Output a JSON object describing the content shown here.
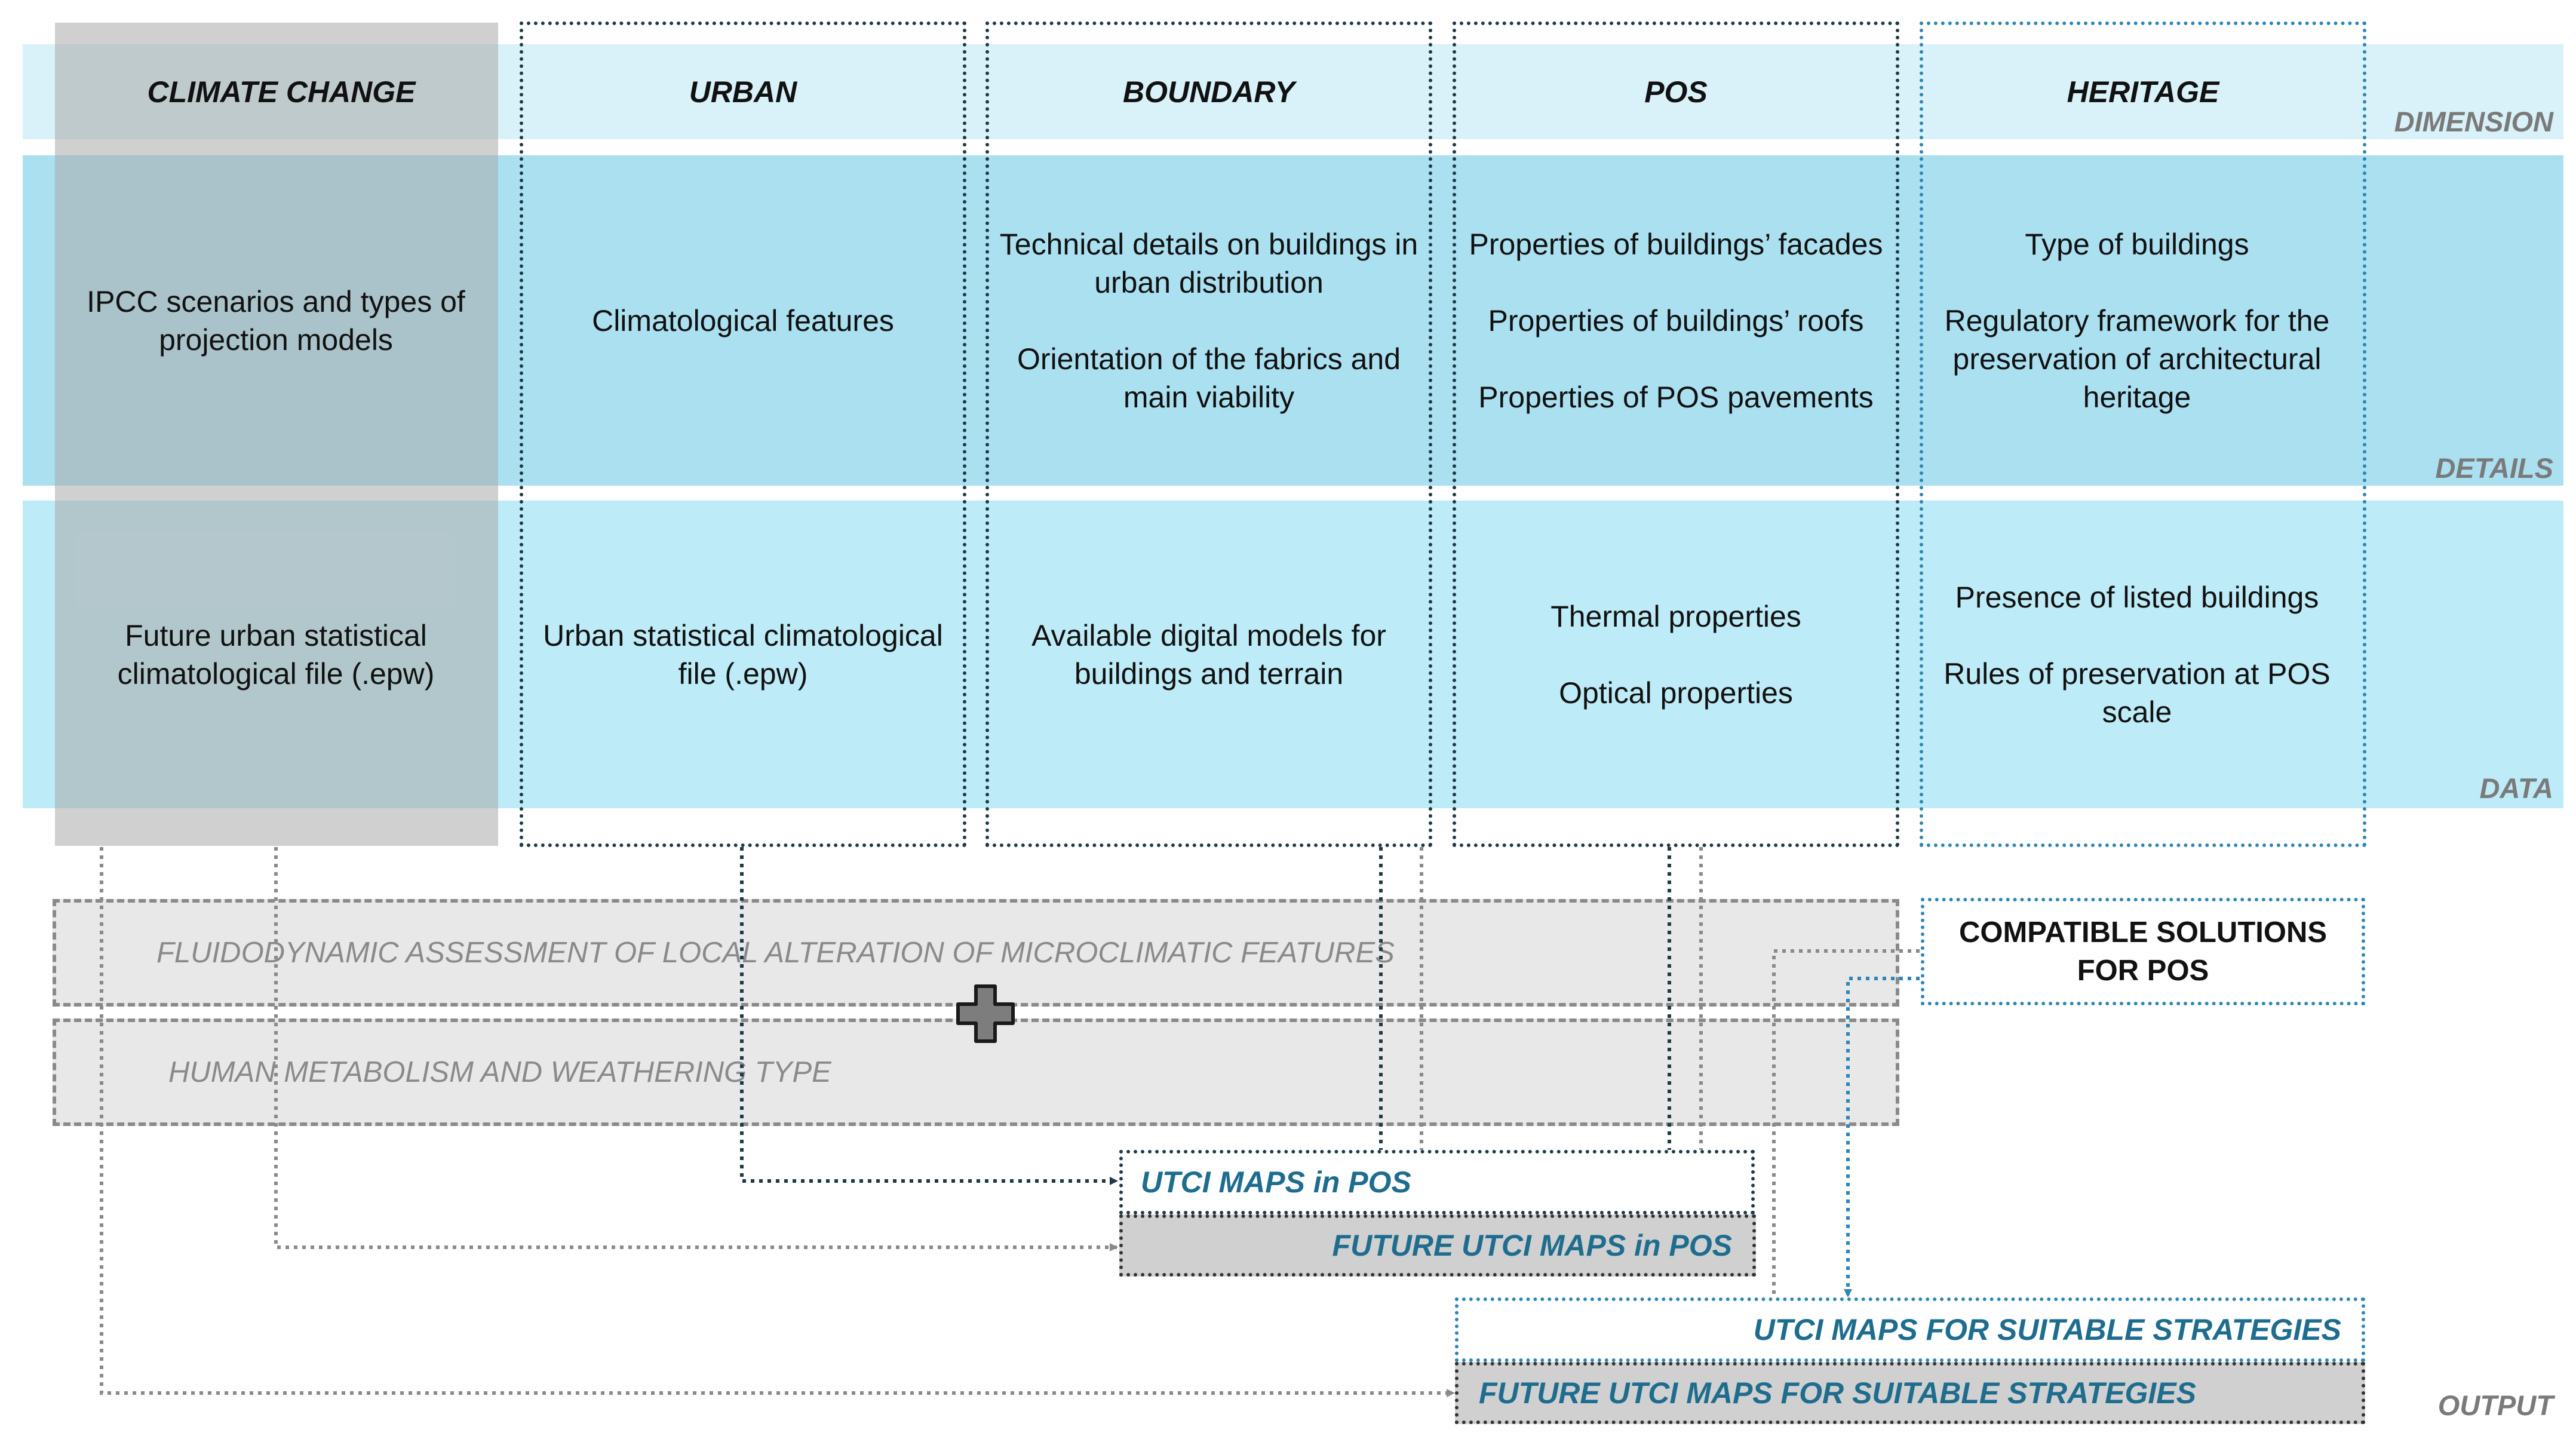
{
  "columns": [
    {
      "title": "CLIMATE CHANGE",
      "details": [
        "IPCC scenarios and types of projection models"
      ],
      "data": [
        "Future urban statistical climatological file (.epw)"
      ]
    },
    {
      "title": "URBAN",
      "details": [
        "Climatological features"
      ],
      "data": [
        "Urban statistical climatological file (.epw)"
      ]
    },
    {
      "title": "BOUNDARY",
      "details": [
        "Technical details on buildings in urban distribution",
        "Orientation of the fabrics and main viability"
      ],
      "data": [
        "Available digital models for buildings and terrain"
      ]
    },
    {
      "title": "POS",
      "details": [
        "Properties of buildings’ facades",
        "Properties of buildings’ roofs",
        "Properties of POS pavements"
      ],
      "data": [
        "Thermal properties",
        "Optical properties"
      ]
    },
    {
      "title": "HERITAGE",
      "details": [
        "Type of buildings",
        "Regulatory framework for the preservation of architectural heritage"
      ],
      "data": [
        "Presence of listed buildings",
        "Rules of preservation at POS scale"
      ]
    }
  ],
  "row_labels": {
    "dimension": "DIMENSION",
    "details": "DETAILS",
    "data": "DATA",
    "output": "OUTPUT"
  },
  "processes": {
    "fluid": "FLUIDODYNAMIC ASSESSMENT OF LOCAL ALTERATION OF MICROCLIMATIC FEATURES",
    "human": "HUMAN METABOLISM AND WEATHERING TYPE",
    "plus_icon": "plus-icon"
  },
  "compatible": "COMPATIBLE SOLUTIONS FOR POS",
  "outputs": {
    "utci_pos": "UTCI MAPS in POS",
    "future_utci_pos": "FUTURE UTCI MAPS in POS",
    "utci_strategies": "UTCI MAPS FOR SUITABLE STRATEGIES",
    "future_utci_strategies": "FUTURE UTCI MAPS FOR SUITABLE STRATEGIES"
  },
  "colors": {
    "dimension_band": "#d9f1f9",
    "details_band": "#abe0f1",
    "data_band": "#bdebf7",
    "output_text": "#1e6d8e",
    "heritage_frame": "#2e86b8",
    "dark_frame": "#1f3a46"
  }
}
